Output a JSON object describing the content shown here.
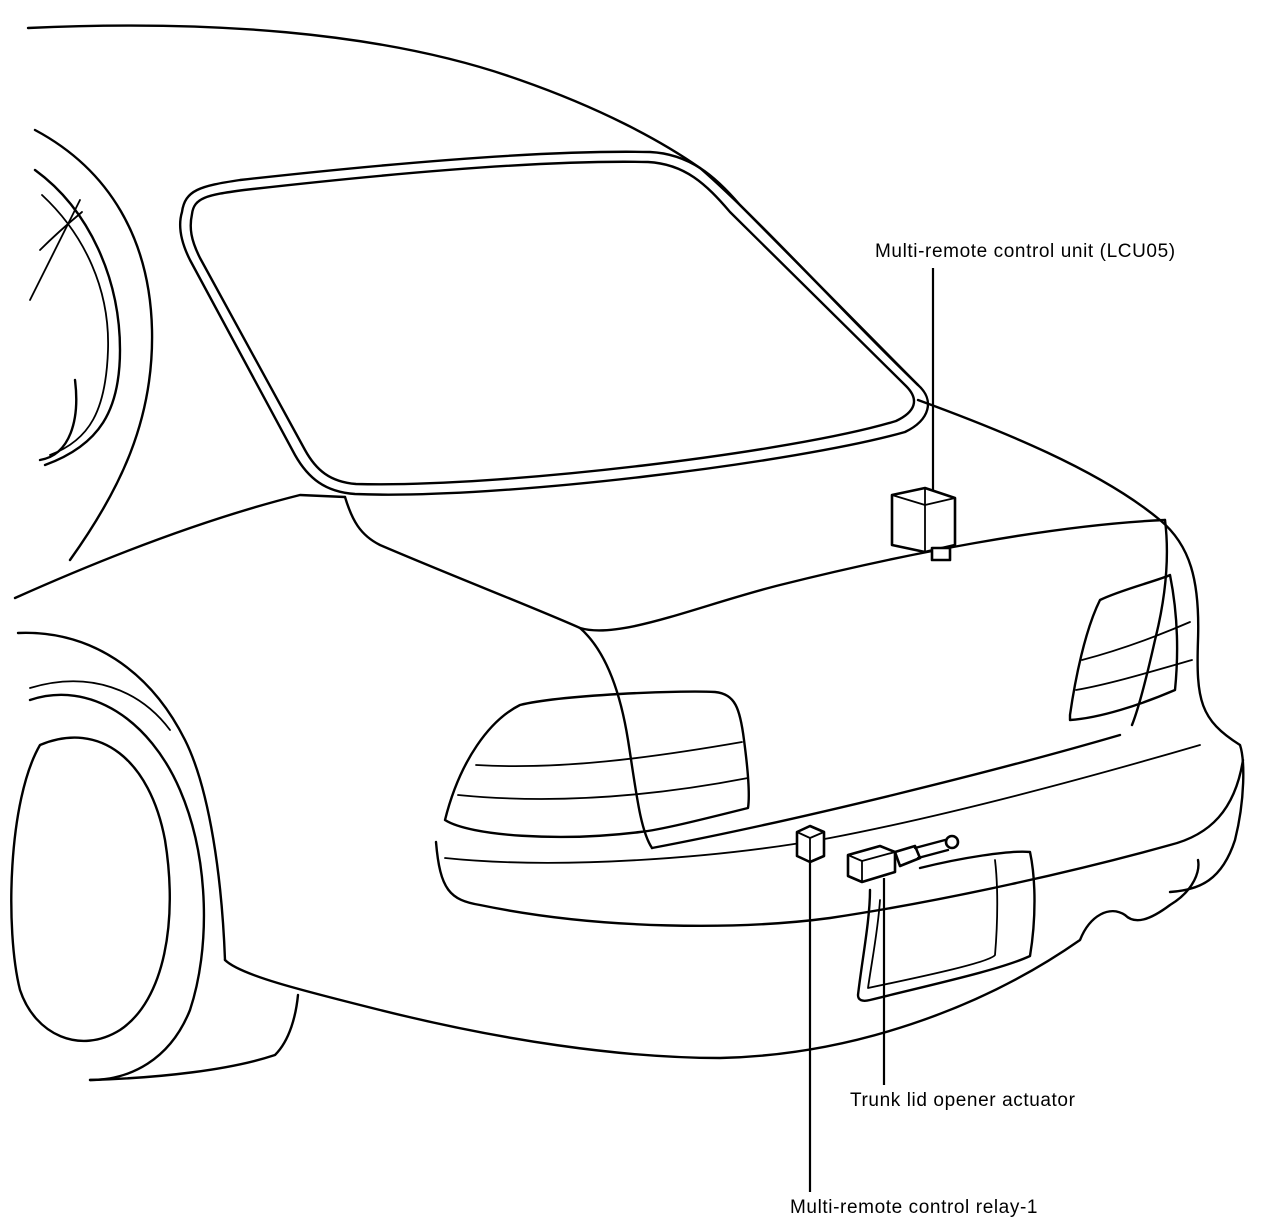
{
  "diagram": {
    "labels": {
      "control_unit": "Multi-remote control unit (LCU05)",
      "opener_actuator": "Trunk lid opener actuator",
      "relay": "Multi-remote control relay-1"
    }
  }
}
